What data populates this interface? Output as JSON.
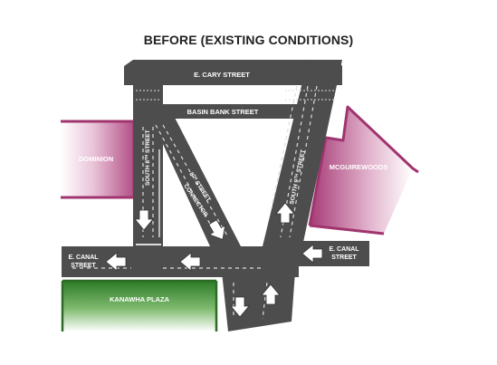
{
  "title": "BEFORE (EXISTING CONDITIONS)",
  "streets": {
    "cary": "E. CARY STREET",
    "basin_bank": "BASIN BANK STREET",
    "south_8th_a": "SOUTH 8",
    "south_8th_sup": "TH",
    "south_8th_b": " STREET",
    "connector_a": "8",
    "connector_sup": "TH",
    "connector_b": " STREET",
    "connector_c": "CONNECTOR",
    "south_9th_a": "SOUTH 9",
    "south_9th_sup": "TH",
    "south_9th_b": " STREET",
    "canal_west_1": "E. CANAL",
    "canal_west_2": "STREET",
    "canal_east_1": "E. CANAL",
    "canal_east_2": "STREET"
  },
  "places": {
    "dominion": "DOMINION",
    "mcguirewoods": "MCGUIREWOODS",
    "kanawha": "KANAWHA PLAZA"
  },
  "colors": {
    "road": "#4d4d4d",
    "lane_marking": "#dddddd",
    "building_accent": "#a0346f",
    "plaza_green": "#2d7a27",
    "arrow_fill": "#ffffff"
  },
  "arrows": [
    {
      "name": "south-8th-southbound-arrow",
      "direction": "down"
    },
    {
      "name": "connector-southbound-arrow",
      "direction": "down-right"
    },
    {
      "name": "south-9th-northbound-arrow",
      "direction": "up"
    },
    {
      "name": "canal-west-westbound-arrow-1",
      "direction": "left"
    },
    {
      "name": "canal-west-westbound-arrow-2",
      "direction": "left"
    },
    {
      "name": "canal-east-westbound-arrow",
      "direction": "left"
    },
    {
      "name": "south-exit-southbound-arrow",
      "direction": "down"
    },
    {
      "name": "south-exit-northbound-arrow",
      "direction": "up"
    }
  ]
}
